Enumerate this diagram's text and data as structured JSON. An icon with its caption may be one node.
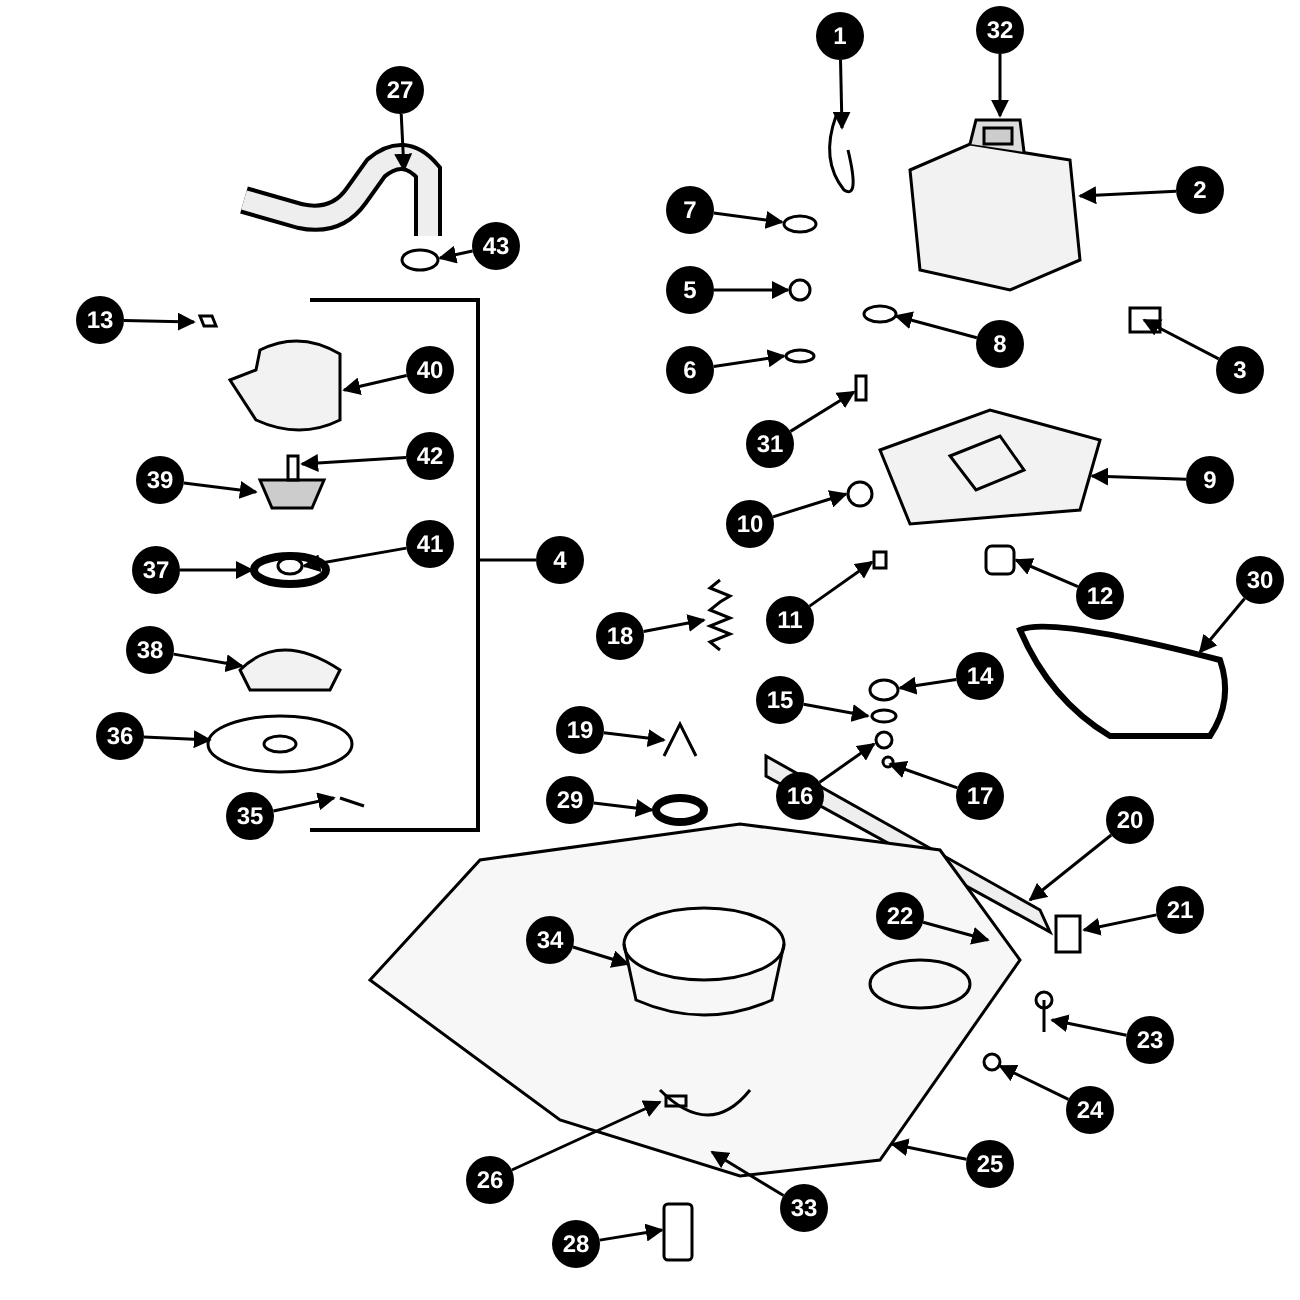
{
  "diagram": {
    "nodes": [
      {
        "text": [
          "1"
        ]
      },
      {
        "text": [
          "32"
        ]
      },
      {
        "text": [
          "27"
        ]
      },
      {
        "text": [
          "2"
        ]
      },
      {
        "text": [
          "7"
        ]
      },
      {
        "text": [
          "43"
        ]
      },
      {
        "text": [
          "8"
        ]
      },
      {
        "text": [
          "5"
        ]
      },
      {
        "text": [
          "3"
        ]
      },
      {
        "text": [
          "6"
        ]
      },
      {
        "text": [
          "13"
        ]
      },
      {
        "text": [
          "31"
        ]
      },
      {
        "text": [
          "9"
        ]
      },
      {
        "text": [
          "10"
        ]
      },
      {
        "text": [
          "40"
        ]
      },
      {
        "text": [
          "12"
        ]
      },
      {
        "text": [
          "11"
        ]
      },
      {
        "text": [
          "39"
        ]
      },
      {
        "text": [
          "42"
        ]
      },
      {
        "text": [
          "30"
        ]
      },
      {
        "text": [
          "37"
        ]
      },
      {
        "text": [
          "41"
        ]
      },
      {
        "text": [
          "4"
        ]
      },
      {
        "text": [
          "14"
        ]
      },
      {
        "text": [
          "38"
        ]
      },
      {
        "text": [
          "15"
        ]
      },
      {
        "text": [
          "18"
        ]
      },
      {
        "text": [
          "17"
        ]
      },
      {
        "text": [
          "16"
        ]
      },
      {
        "text": [
          "36"
        ]
      },
      {
        "text": [
          "19"
        ]
      },
      {
        "text": [
          "35"
        ]
      },
      {
        "text": [
          "20"
        ]
      },
      {
        "text": [
          "29"
        ]
      },
      {
        "text": [
          "21"
        ]
      },
      {
        "text": [
          "22"
        ]
      },
      {
        "text": [
          "34"
        ]
      },
      {
        "text": [
          "23"
        ]
      },
      {
        "text": [
          "24"
        ]
      },
      {
        "text": [
          "25"
        ]
      },
      {
        "text": [
          "33"
        ]
      },
      {
        "text": [
          "26"
        ]
      },
      {
        "text": [
          "28"
        ]
      },
      {
        "text": [],
        "shape": "bracket"
      }
    ],
    "edges": [
      {
        "from": 0,
        "to": null,
        "arrow": "to"
      },
      {
        "from": 1,
        "to": null,
        "arrow": "to"
      },
      {
        "from": 2,
        "to": null,
        "arrow": "to"
      },
      {
        "from": 3,
        "to": null,
        "arrow": "to"
      },
      {
        "from": 4,
        "to": null,
        "arrow": "to"
      },
      {
        "from": 5,
        "to": null,
        "arrow": "to"
      },
      {
        "from": 6,
        "to": null,
        "arrow": "to"
      },
      {
        "from": 7,
        "to": null,
        "arrow": "to"
      },
      {
        "from": 8,
        "to": null,
        "arrow": "to"
      },
      {
        "from": 9,
        "to": null,
        "arrow": "to"
      },
      {
        "from": 10,
        "to": null,
        "arrow": "to"
      },
      {
        "from": 11,
        "to": null,
        "arrow": "to"
      },
      {
        "from": 12,
        "to": null,
        "arrow": "to"
      },
      {
        "from": 13,
        "to": null,
        "arrow": "to"
      },
      {
        "from": 14,
        "to": null,
        "arrow": "to"
      },
      {
        "from": 15,
        "to": null,
        "arrow": "to"
      },
      {
        "from": 16,
        "to": null,
        "arrow": "to"
      },
      {
        "from": 17,
        "to": null,
        "arrow": "to"
      },
      {
        "from": 18,
        "to": null,
        "arrow": "to"
      },
      {
        "from": 19,
        "to": null,
        "arrow": "to"
      },
      {
        "from": 20,
        "to": null,
        "arrow": "to"
      },
      {
        "from": 21,
        "to": null,
        "arrow": "to"
      },
      {
        "from": 22,
        "to": 43,
        "arrow": "none"
      },
      {
        "from": 23,
        "to": null,
        "arrow": "to"
      },
      {
        "from": 24,
        "to": null,
        "arrow": "to"
      },
      {
        "from": 25,
        "to": null,
        "arrow": "to"
      },
      {
        "from": 26,
        "to": null,
        "arrow": "to"
      },
      {
        "from": 27,
        "to": null,
        "arrow": "to"
      },
      {
        "from": 28,
        "to": null,
        "arrow": "to"
      },
      {
        "from": 29,
        "to": null,
        "arrow": "to"
      },
      {
        "from": 30,
        "to": null,
        "arrow": "to"
      },
      {
        "from": 31,
        "to": null,
        "arrow": "to"
      },
      {
        "from": 32,
        "to": null,
        "arrow": "to"
      },
      {
        "from": 33,
        "to": null,
        "arrow": "to"
      },
      {
        "from": 34,
        "to": null,
        "arrow": "to"
      },
      {
        "from": 35,
        "to": null,
        "arrow": "to"
      },
      {
        "from": 36,
        "to": null,
        "arrow": "to"
      },
      {
        "from": 37,
        "to": null,
        "arrow": "to"
      },
      {
        "from": 38,
        "to": null,
        "arrow": "to"
      },
      {
        "from": 39,
        "to": null,
        "arrow": "to"
      },
      {
        "from": 40,
        "to": null,
        "arrow": "to"
      },
      {
        "from": 41,
        "to": null,
        "arrow": "to"
      },
      {
        "from": 42,
        "to": null,
        "arrow": "to"
      }
    ]
  }
}
